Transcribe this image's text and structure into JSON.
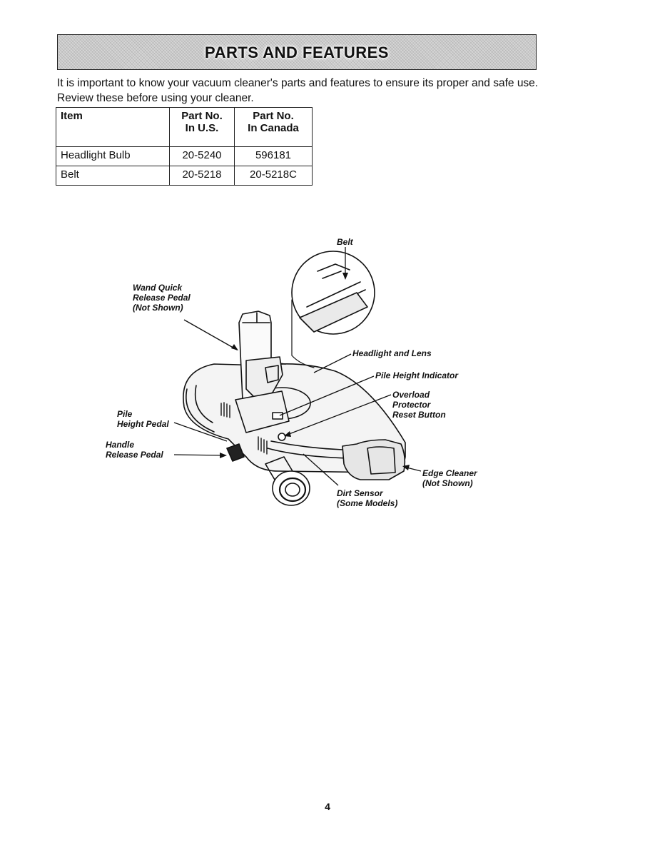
{
  "banner": {
    "title": "PARTS AND FEATURES"
  },
  "intro": "It is important to know your vacuum cleaner's parts and features to ensure its proper and safe use. Review these before using your cleaner.",
  "table": {
    "headers": [
      "Item",
      "Part No.\nIn U.S.",
      "Part No.\nIn Canada"
    ],
    "rows": [
      [
        "Headlight Bulb",
        "20-5240",
        "596181"
      ],
      [
        "Belt",
        "20-5218",
        "20-5218C"
      ]
    ]
  },
  "diagram": {
    "labels": {
      "belt": "Belt",
      "wand_quick_release": "Wand Quick\nRelease Pedal\n(Not Shown)",
      "headlight": "Headlight and Lens",
      "pile_height_indicator": "Pile Height Indicator",
      "overload": "Overload\nProtector\nReset Button",
      "pile_height_pedal": "Pile\nHeight Pedal",
      "handle_release": "Handle\nRelease Pedal",
      "edge_cleaner": "Edge Cleaner\n(Not Shown)",
      "dirt_sensor": "Dirt Sensor\n(Some Models)"
    }
  },
  "page_number": "4"
}
